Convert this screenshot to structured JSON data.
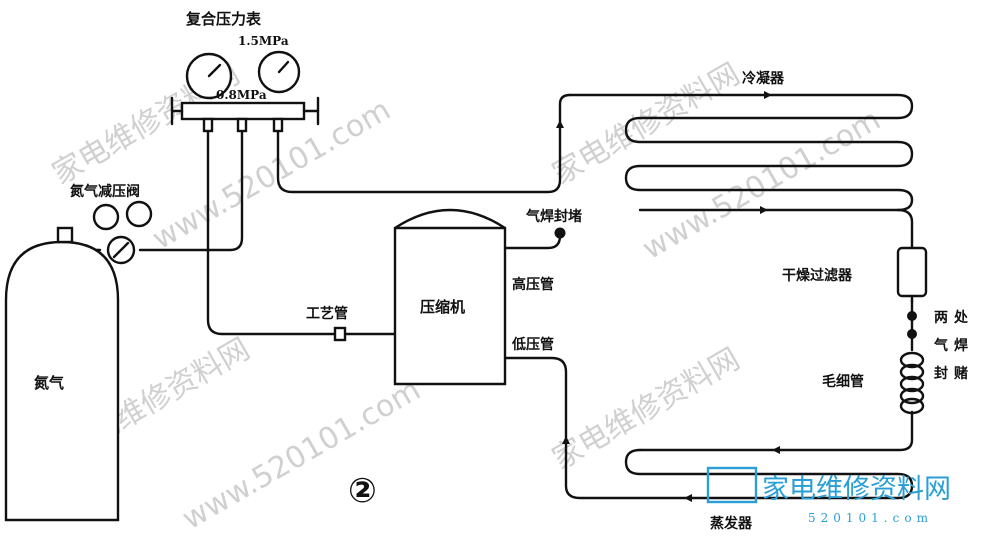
{
  "labels": {
    "gauge_title": "复合压力表",
    "gauge_high": "1.5MPa",
    "gauge_low": "0.8MPa",
    "reducer": "氮气减压阀",
    "cylinder": "氮气",
    "process_pipe": "工艺管",
    "compressor": "压缩机",
    "seal_plug": "气焊封堵",
    "high_pipe": "高压管",
    "low_pipe": "低压管",
    "condenser": "冷凝器",
    "filter": "干燥过滤器",
    "two_places": "两处",
    "gas_weld": "气焊",
    "seal": "封赌",
    "capillary": "毛细管",
    "evaporator": "蒸发器",
    "figure_number": "②"
  },
  "watermark": {
    "cn": "家电维修资料网",
    "url": "www.520101.com",
    "logo_text": "家电维修资料网",
    "logo_url": "520101.com"
  },
  "colors": {
    "line": "#111111",
    "watermark": "#d0d0d0",
    "logo": "#2a9fd6"
  }
}
